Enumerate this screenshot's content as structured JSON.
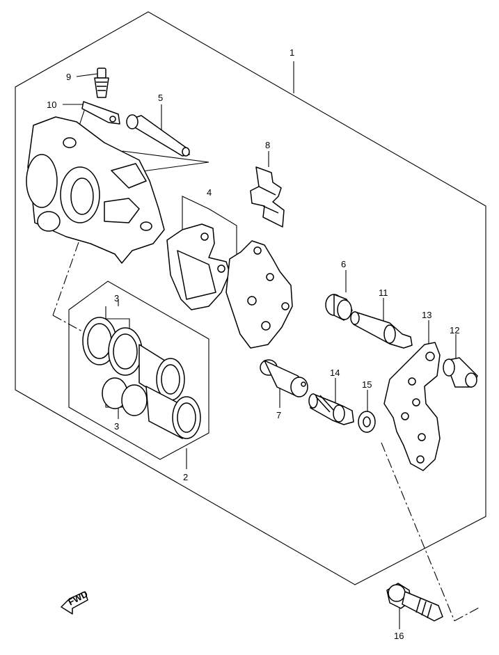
{
  "callouts": [
    {
      "id": "c1",
      "label": "1"
    },
    {
      "id": "c2",
      "label": "2"
    },
    {
      "id": "c3a",
      "label": "3"
    },
    {
      "id": "c3b",
      "label": "3"
    },
    {
      "id": "c4",
      "label": "4"
    },
    {
      "id": "c5",
      "label": "5"
    },
    {
      "id": "c6",
      "label": "6"
    },
    {
      "id": "c7",
      "label": "7"
    },
    {
      "id": "c8",
      "label": "8"
    },
    {
      "id": "c9",
      "label": "9"
    },
    {
      "id": "c10",
      "label": "10"
    },
    {
      "id": "c11",
      "label": "11"
    },
    {
      "id": "c12",
      "label": "12"
    },
    {
      "id": "c13",
      "label": "13"
    },
    {
      "id": "c14",
      "label": "14"
    },
    {
      "id": "c15",
      "label": "15"
    },
    {
      "id": "c16",
      "label": "16"
    }
  ],
  "fwd_label": "FWD"
}
